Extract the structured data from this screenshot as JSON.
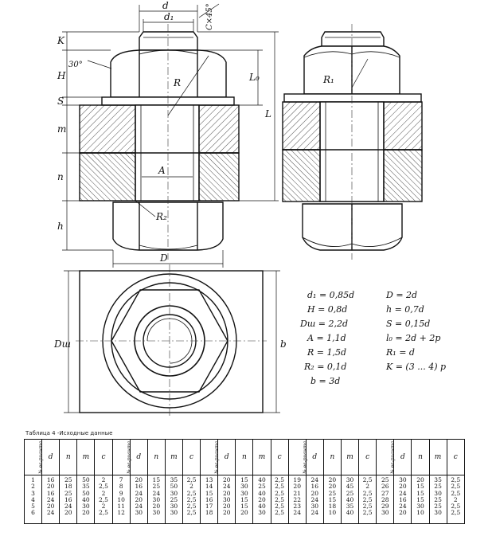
{
  "drawing": {
    "labels": {
      "d": "d",
      "d1": "d₁",
      "chamfer": "C×45°",
      "K": "K",
      "H": "H",
      "S": "S",
      "m": "m",
      "n": "n",
      "h": "h",
      "angle": "30°",
      "R": "R",
      "R1": "R₁",
      "R2": "R₂",
      "L0": "L₀",
      "L": "L",
      "A": "A",
      "D": "D",
      "Dsh": "Dш",
      "b": "b"
    }
  },
  "formulas": [
    "d₁ = 0,85d",
    "D = 2d",
    "H = 0,8d",
    "h = 0,7d",
    "Dш = 2,2d",
    "S = 0,15d",
    "A = 1,1d",
    "l₀ = 2d + 2p",
    "R = 1,5d",
    "R₁ = d",
    "R₂ = 0,1d",
    "K = (3 ... 4) p",
    "b = 3d"
  ],
  "table": {
    "caption": "Таблица 4 -Исходные данные",
    "headers": [
      "№ ва-рианта",
      "d",
      "n",
      "m",
      "c",
      "№ ва-рианта",
      "d",
      "n",
      "m",
      "c",
      "№ ва-рианта",
      "d",
      "n",
      "m",
      "c",
      "№ ва-рианта",
      "d",
      "n",
      "m",
      "c",
      "№ ва-рианта",
      "d",
      "n",
      "m",
      "c"
    ],
    "columns": [
      [
        "1",
        "2",
        "3",
        "4",
        "5",
        "6"
      ],
      [
        "16",
        "20",
        "16",
        "24",
        "20",
        "24"
      ],
      [
        "25",
        "18",
        "25",
        "16",
        "24",
        "20"
      ],
      [
        "50",
        "35",
        "50",
        "40",
        "30",
        "20"
      ],
      [
        "2",
        "2,5",
        "2",
        "2,5",
        "2",
        "2,5"
      ],
      [
        "7",
        "8",
        "9",
        "10",
        "11",
        "12"
      ],
      [
        "20",
        "16",
        "24",
        "20",
        "24",
        "30"
      ],
      [
        "15",
        "25",
        "24",
        "30",
        "20",
        "30"
      ],
      [
        "35",
        "50",
        "30",
        "25",
        "30",
        "30"
      ],
      [
        "2,5",
        "2",
        "2,5",
        "2,5",
        "2,5",
        "2,5"
      ],
      [
        "13",
        "14",
        "15",
        "16",
        "17",
        "18"
      ],
      [
        "20",
        "24",
        "20",
        "30",
        "20",
        "20"
      ],
      [
        "15",
        "30",
        "30",
        "15",
        "15",
        "20"
      ],
      [
        "40",
        "25",
        "40",
        "20",
        "40",
        "30"
      ],
      [
        "2,5",
        "2,5",
        "2,5",
        "2,5",
        "2,5",
        "2,5"
      ],
      [
        "19",
        "20",
        "21",
        "22",
        "23",
        "24"
      ],
      [
        "24",
        "16",
        "20",
        "24",
        "30",
        "24"
      ],
      [
        "20",
        "20",
        "25",
        "15",
        "18",
        "10"
      ],
      [
        "30",
        "45",
        "25",
        "40",
        "35",
        "40"
      ],
      [
        "2,5",
        "2",
        "2,5",
        "2,5",
        "2,5",
        "2,5"
      ],
      [
        "25",
        "26",
        "27",
        "28",
        "29",
        "30"
      ],
      [
        "30",
        "20",
        "24",
        "16",
        "24",
        "20"
      ],
      [
        "20",
        "15",
        "15",
        "15",
        "30",
        "10"
      ],
      [
        "35",
        "25",
        "30",
        "25",
        "25",
        "30"
      ],
      [
        "2,5",
        "2,5",
        "2,5",
        "2",
        "2,5",
        "2,5"
      ]
    ]
  }
}
